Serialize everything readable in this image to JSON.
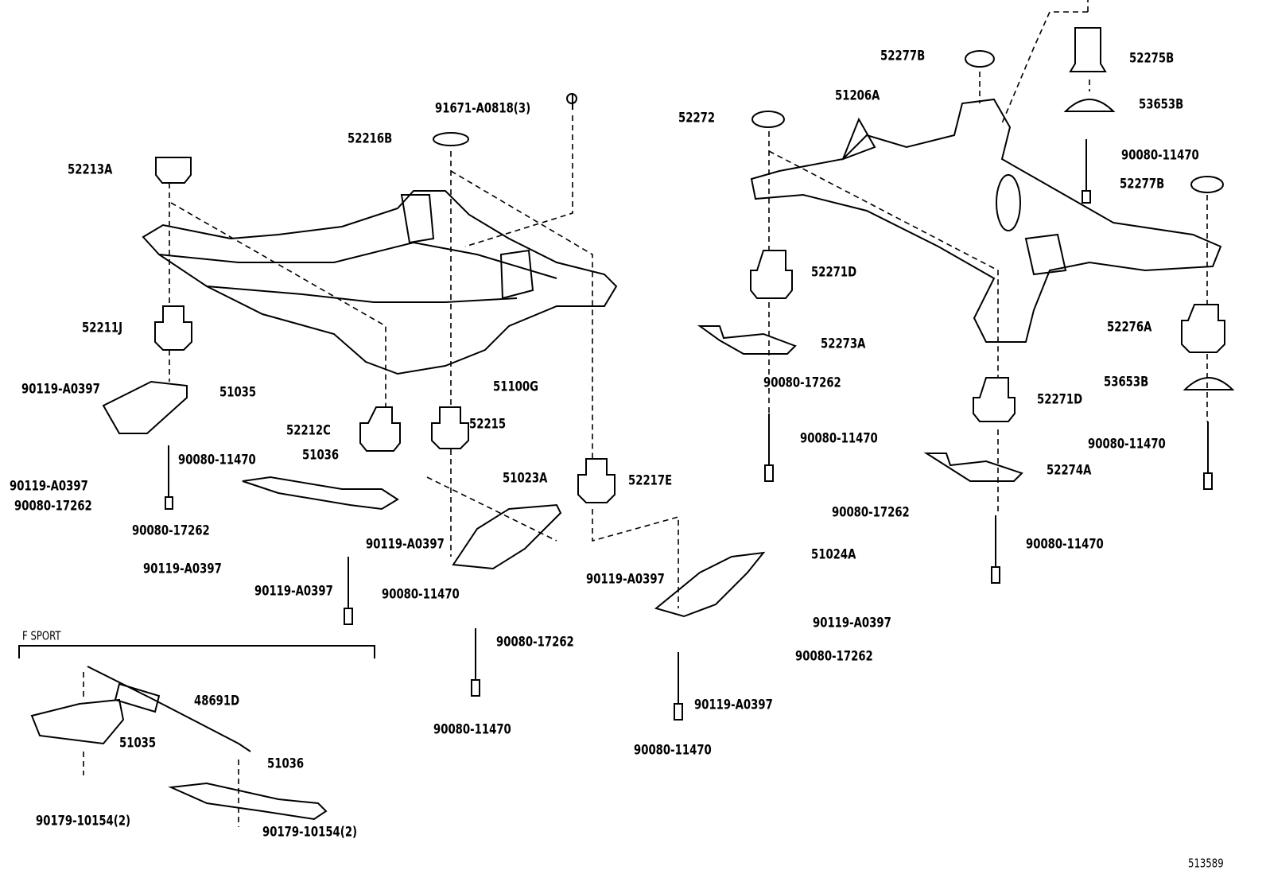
{
  "diagram_id": "513589",
  "section_label": "F SPORT",
  "labels": [
    "91671-A0818(3)",
    "52216B",
    "52213A",
    "52211J",
    "90119-A0397",
    "51035",
    "52212C",
    "52215",
    "51100G",
    "51036",
    "90080-11470",
    "90119-A0397",
    "90080-17262",
    "90080-17262",
    "90119-A0397",
    "51023A",
    "52217E",
    "90119-A0397",
    "90119-A0397",
    "90080-11470",
    "90119-A0397",
    "51024A",
    "90119-A0397",
    "90080-17262",
    "90080-17262",
    "90119-A0397",
    "90080-11470",
    "90080-11470",
    "48691D",
    "51035",
    "51036",
    "90179-10154(2)",
    "90179-10154(2)",
    "52277B",
    "52275B",
    "51206A",
    "53653B",
    "52272",
    "90080-11470",
    "52277B",
    "52271D",
    "52276A",
    "52273A",
    "53653B",
    "90080-17262",
    "52271D",
    "90080-11470",
    "90080-11470",
    "52274A",
    "90080-17262",
    "90080-11470"
  ]
}
